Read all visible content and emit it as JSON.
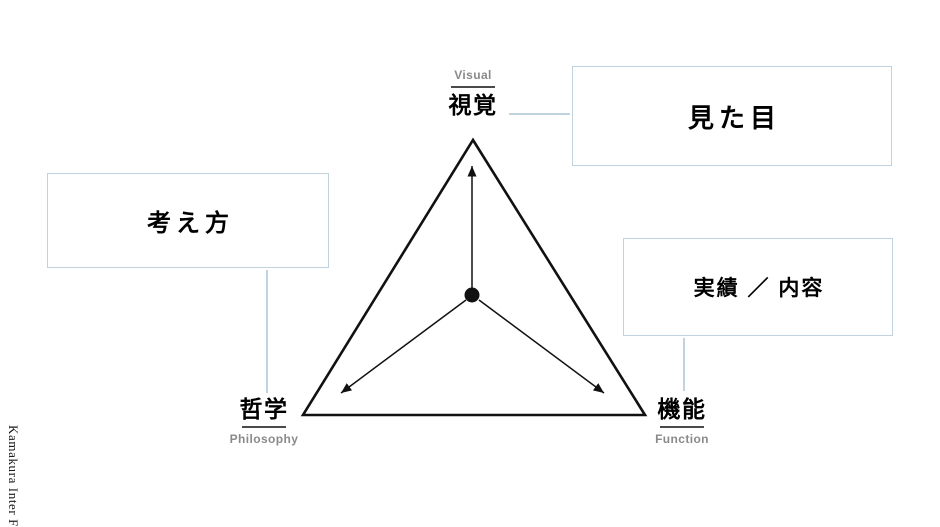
{
  "brand": {
    "label": "Kamakura Inter FC"
  },
  "colors": {
    "accent_line": "#c2d3e0",
    "box_border": "#c2d3e0",
    "triangle_stroke": "#111111",
    "node_en_text": "#8a8a8a",
    "node_rule": "#4a4a4a",
    "background": "#ffffff"
  },
  "diagram": {
    "type": "triangle-venn",
    "center_label": "center-node",
    "vertices": [
      {
        "id": "visual",
        "jp": "視覚",
        "en": "Visual",
        "position": "top"
      },
      {
        "id": "philosophy",
        "jp": "哲学",
        "en": "Philosophy",
        "position": "bottom-left"
      },
      {
        "id": "function",
        "jp": "機能",
        "en": "Function",
        "position": "bottom-right"
      }
    ],
    "arrows": [
      {
        "from": "center",
        "to": "visual"
      },
      {
        "from": "center",
        "to": "philosophy"
      },
      {
        "from": "center",
        "to": "function"
      }
    ]
  },
  "callouts": [
    {
      "id": "look",
      "text": "見た目",
      "linked_to": "visual"
    },
    {
      "id": "think",
      "text": "考え方",
      "linked_to": "philosophy"
    },
    {
      "id": "work",
      "text": "実績 ／ 内容",
      "linked_to": "function"
    }
  ]
}
